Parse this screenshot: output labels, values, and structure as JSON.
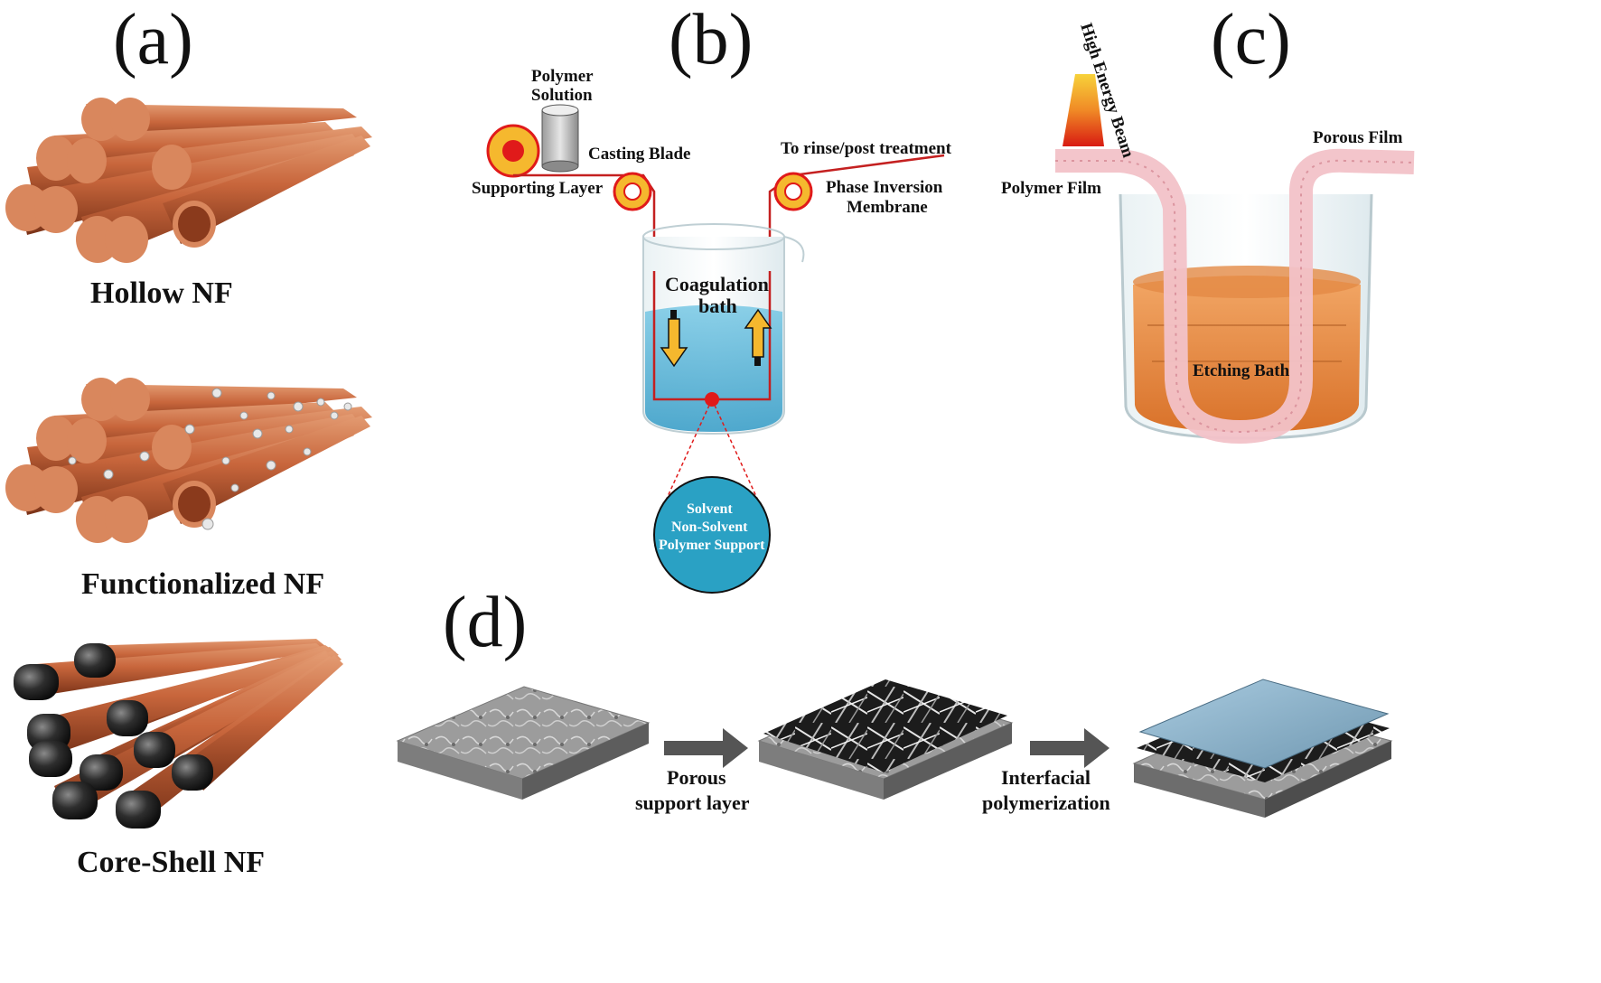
{
  "panels": {
    "a": {
      "letter": "(a)",
      "labels": [
        "Hollow NF",
        "Functionalized NF",
        "Core-Shell NF"
      ]
    },
    "b": {
      "letter": "(b)",
      "polymer_solution": [
        "Polymer",
        "Solution"
      ],
      "casting_blade": "Casting Blade",
      "supporting_layer": "Supporting Layer",
      "rinse": "To rinse/post treatment",
      "phase_inversion": [
        "Phase Inversion",
        "Membrane"
      ],
      "coagulation_bath": [
        "Coagulation",
        "bath"
      ],
      "zoom_circle": [
        "Solvent",
        "Non-Solvent",
        "Polymer Support"
      ]
    },
    "c": {
      "letter": "(c)",
      "high_energy_beam": "High Energy Beam",
      "polymer_film": "Polymer Film",
      "porous_film": "Porous Film",
      "etching_bath": "Etching Bath"
    },
    "d": {
      "letter": "(d)",
      "step1": [
        "Porous",
        "support layer"
      ],
      "step2": [
        "Interfacial",
        "polymerization"
      ]
    }
  },
  "colors": {
    "copper": "#c8663c",
    "copper_dark": "#8a3a1c",
    "cap": "#2a2a2a",
    "bath_blue": "#4fb3d6",
    "etch_orange": "#e8883a",
    "roller_yellow": "#f5b82e",
    "roller_red": "#e01a1a",
    "film_pink": "#f2c2c8",
    "zoom_blue": "#2aa1c4",
    "membrane_blue": "#8fb6cc"
  }
}
